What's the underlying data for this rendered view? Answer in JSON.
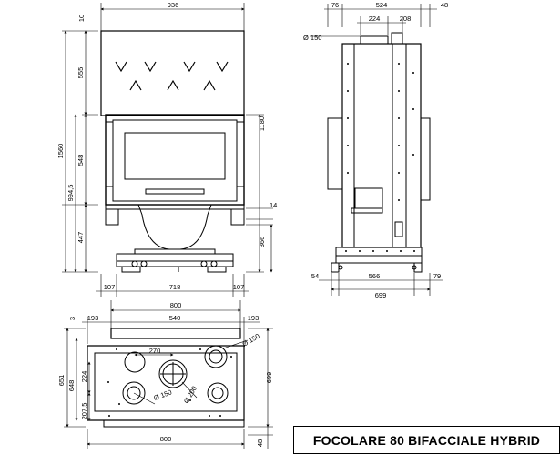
{
  "title": "FOCOLARE 80 BIFACCIALE HYBRID",
  "front_view": {
    "dims": {
      "top_margin": "10",
      "width_total": "936",
      "upper_height": "555",
      "height_total": "1560",
      "door_height": "548",
      "mid_height": "994,5",
      "lower_height": "447",
      "height_right": "1180",
      "offset": "14",
      "base_height": "366",
      "bottom_left": "107",
      "bottom_mid": "718",
      "bottom_right": "107"
    }
  },
  "side_view": {
    "dims": {
      "top_left": "76",
      "top_total": "524",
      "top_right": "48",
      "top_a": "224",
      "top_b": "208",
      "flue_diameter": "Ø 150",
      "bottom_left": "54",
      "bottom_mid": "566",
      "bottom_right": "79",
      "bottom_total": "699"
    }
  },
  "plan_view": {
    "dims": {
      "top_total": "800",
      "top_left": "193",
      "top_mid": "540",
      "top_right": "193",
      "top_offset": "3",
      "spacing_270": "270",
      "diameter_right": "Ø 150",
      "height_left": "651",
      "height_mid": "648",
      "inner_224": "224",
      "inner_2075": "207,5",
      "diameter_left": "Ø 150",
      "diameter_200": "Ø 200",
      "right_height": "699",
      "bottom_total": "800",
      "bottom_offset": "48"
    }
  }
}
